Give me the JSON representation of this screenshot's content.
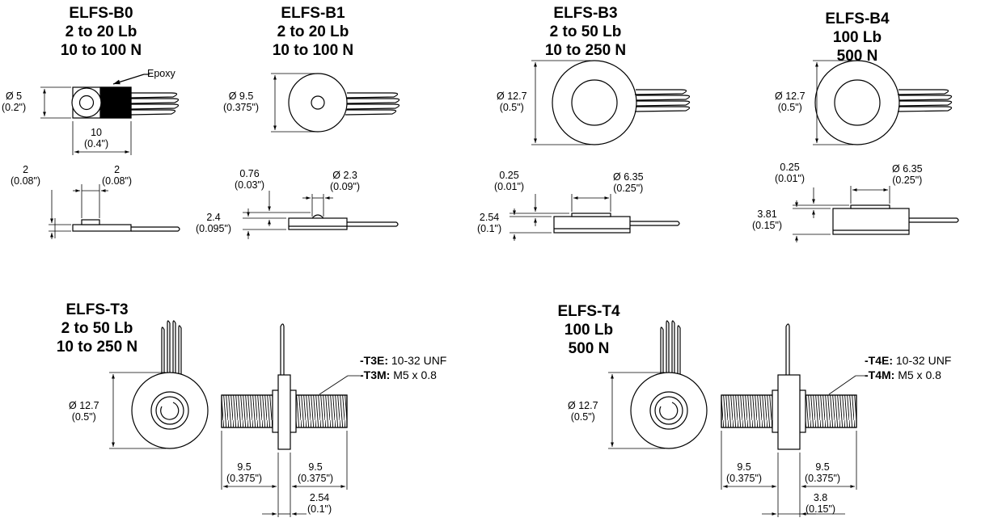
{
  "sensors": [
    {
      "id": "b0",
      "model": "ELFS-B0",
      "range_lb": "2 to 20 Lb",
      "range_n": "10 to 100 N",
      "epoxy": "Epoxy",
      "dims": {
        "dia": [
          "Ø 5",
          "(0.2\")"
        ],
        "len": [
          "10",
          "(0.4\")"
        ],
        "dimA": [
          "2",
          "(0.08\")"
        ],
        "dimB": [
          "2",
          "(0.08\")"
        ]
      }
    },
    {
      "id": "b1",
      "model": "ELFS-B1",
      "range_lb": "2 to 20 Lb",
      "range_n": "10 to 100 N",
      "dims": {
        "dia": [
          "Ø 9.5",
          "(0.375\")"
        ],
        "button_h": [
          "0.76",
          "(0.03\")"
        ],
        "button_d": [
          "Ø 2.3",
          "(0.09\")"
        ],
        "thick": [
          "2.4",
          "(0.095\")"
        ]
      }
    },
    {
      "id": "b3",
      "model": "ELFS-B3",
      "range_lb": "2 to 50 Lb",
      "range_n": "10 to 250 N",
      "dims": {
        "dia": [
          "Ø 12.7",
          "(0.5\")"
        ],
        "button_h": [
          "0.25",
          "(0.01\")"
        ],
        "button_d": [
          "Ø 6.35",
          "(0.25\")"
        ],
        "thick": [
          "2.54",
          "(0.1\")"
        ]
      }
    },
    {
      "id": "b4",
      "model": "ELFS-B4",
      "range_lb": "100 Lb",
      "range_n": "500 N",
      "dims": {
        "dia": [
          "Ø 12.7",
          "(0.5\")"
        ],
        "button_h": [
          "0.25",
          "(0.01\")"
        ],
        "button_d": [
          "Ø 6.35",
          "(0.25\")"
        ],
        "thick": [
          "3.81",
          "(0.15\")"
        ]
      }
    },
    {
      "id": "t3",
      "model": "ELFS-T3",
      "range_lb": "2 to 50 Lb",
      "range_n": "10 to 250 N",
      "thread_e_code": "-T3E:",
      "thread_e": "10-32 UNF",
      "thread_m_code": "-T3M:",
      "thread_m": "M5 x 0.8",
      "dims": {
        "dia": [
          "Ø 12.7",
          "(0.5\")"
        ],
        "left": [
          "9.5",
          "(0.375\")"
        ],
        "right": [
          "9.5",
          "(0.375\")"
        ],
        "thick": [
          "2.54",
          "(0.1\")"
        ]
      }
    },
    {
      "id": "t4",
      "model": "ELFS-T4",
      "range_lb": "100 Lb",
      "range_n": "500 N",
      "thread_e_code": "-T4E:",
      "thread_e": "10-32 UNF",
      "thread_m_code": "-T4M:",
      "thread_m": "M5 x 0.8",
      "dims": {
        "dia": [
          "Ø 12.7",
          "(0.5\")"
        ],
        "left": [
          "9.5",
          "(0.375\")"
        ],
        "right": [
          "9.5",
          "(0.375\")"
        ],
        "thick": [
          "3.8",
          "(0.15\")"
        ]
      }
    }
  ]
}
